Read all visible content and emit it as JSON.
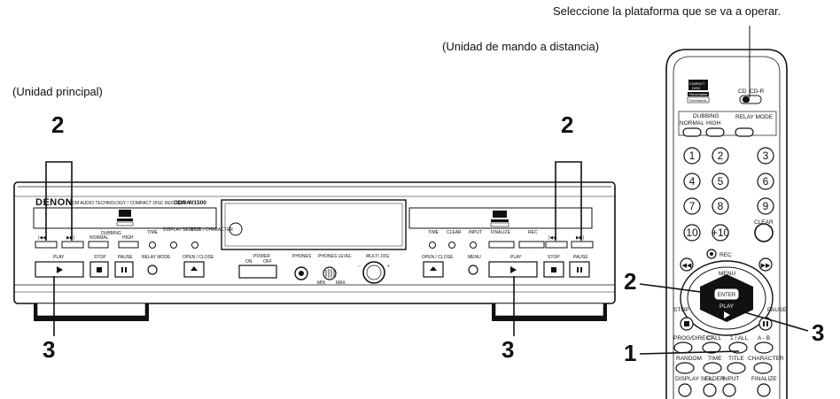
{
  "captions": {
    "top": "Seleccione la plataforma que se va a operar.",
    "remote": "(Unidad de mando a distancia)",
    "main_unit": "(Unidad principal)"
  },
  "step_numbers": {
    "left_top": "2",
    "right_top": "2",
    "left_bottom": "3",
    "right_bottom": "3",
    "remote_enter": "2",
    "remote_play": "3",
    "remote_all": "1"
  },
  "deck": {
    "brand": "DENON",
    "tagline": "PCM AUDIO TECHNOLOGY / COMPACT DISC RECORDER",
    "model": "CDR-W1500",
    "left_tray": {
      "dubbing": "DUBBING",
      "normal": "NORMAL",
      "high": "HIGH",
      "time": "TIME",
      "display_select": "DISPLAY SELECT",
      "title_character": "TITLE / CHARACTER",
      "play": "PLAY",
      "stop": "STOP",
      "pause": "PAUSE",
      "relay_mode": "RELAY MODE",
      "open_close": "OPEN / CLOSE"
    },
    "center": {
      "power": "POWER",
      "on": "ON",
      "off": "OFF",
      "phones": "PHONES",
      "phones_level": "PHONES LEVEL",
      "multi_jog": "MULTI JOG",
      "min": "MIN",
      "max": "MAX"
    },
    "right_tray": {
      "time": "TIME",
      "clear": "CLEAR",
      "input": "INPUT",
      "finalize": "FINALIZE",
      "rec": "REC",
      "open_close": "OPEN / CLOSE",
      "menu": "MENU",
      "play": "PLAY",
      "stop": "STOP",
      "pause": "PAUSE"
    }
  },
  "remote": {
    "selector_left": "CD",
    "selector_right": "CD-R",
    "logo_line1": "COMPACT",
    "logo_line2": "DISC",
    "logo_line3": "Recordable",
    "logo_line4": "ReWritable",
    "dubbing": "DUBBING",
    "normal": "NORMAL",
    "high": "HIGH",
    "relay_mode": "RELAY MODE",
    "keys": [
      "1",
      "2",
      "3",
      "4",
      "5",
      "6",
      "7",
      "8",
      "9",
      "10",
      "+10"
    ],
    "clear": "CLEAR",
    "rec": "REC",
    "menu": "MENU",
    "enter": "ENTER",
    "play": "PLAY",
    "stop": "STOP",
    "pause": "PAUSE",
    "prog_direct": "PROG/DIRECT",
    "call": "CALL",
    "all": "1 / ALL",
    "a_b": "A - B",
    "random": "RANDOM",
    "time": "TIME",
    "title": "TITLE",
    "character": "CHARACTER",
    "display_sel": "DISPLAY SEL.",
    "fader": "FADER",
    "input": "INPUT",
    "finalize": "FINALIZE"
  }
}
